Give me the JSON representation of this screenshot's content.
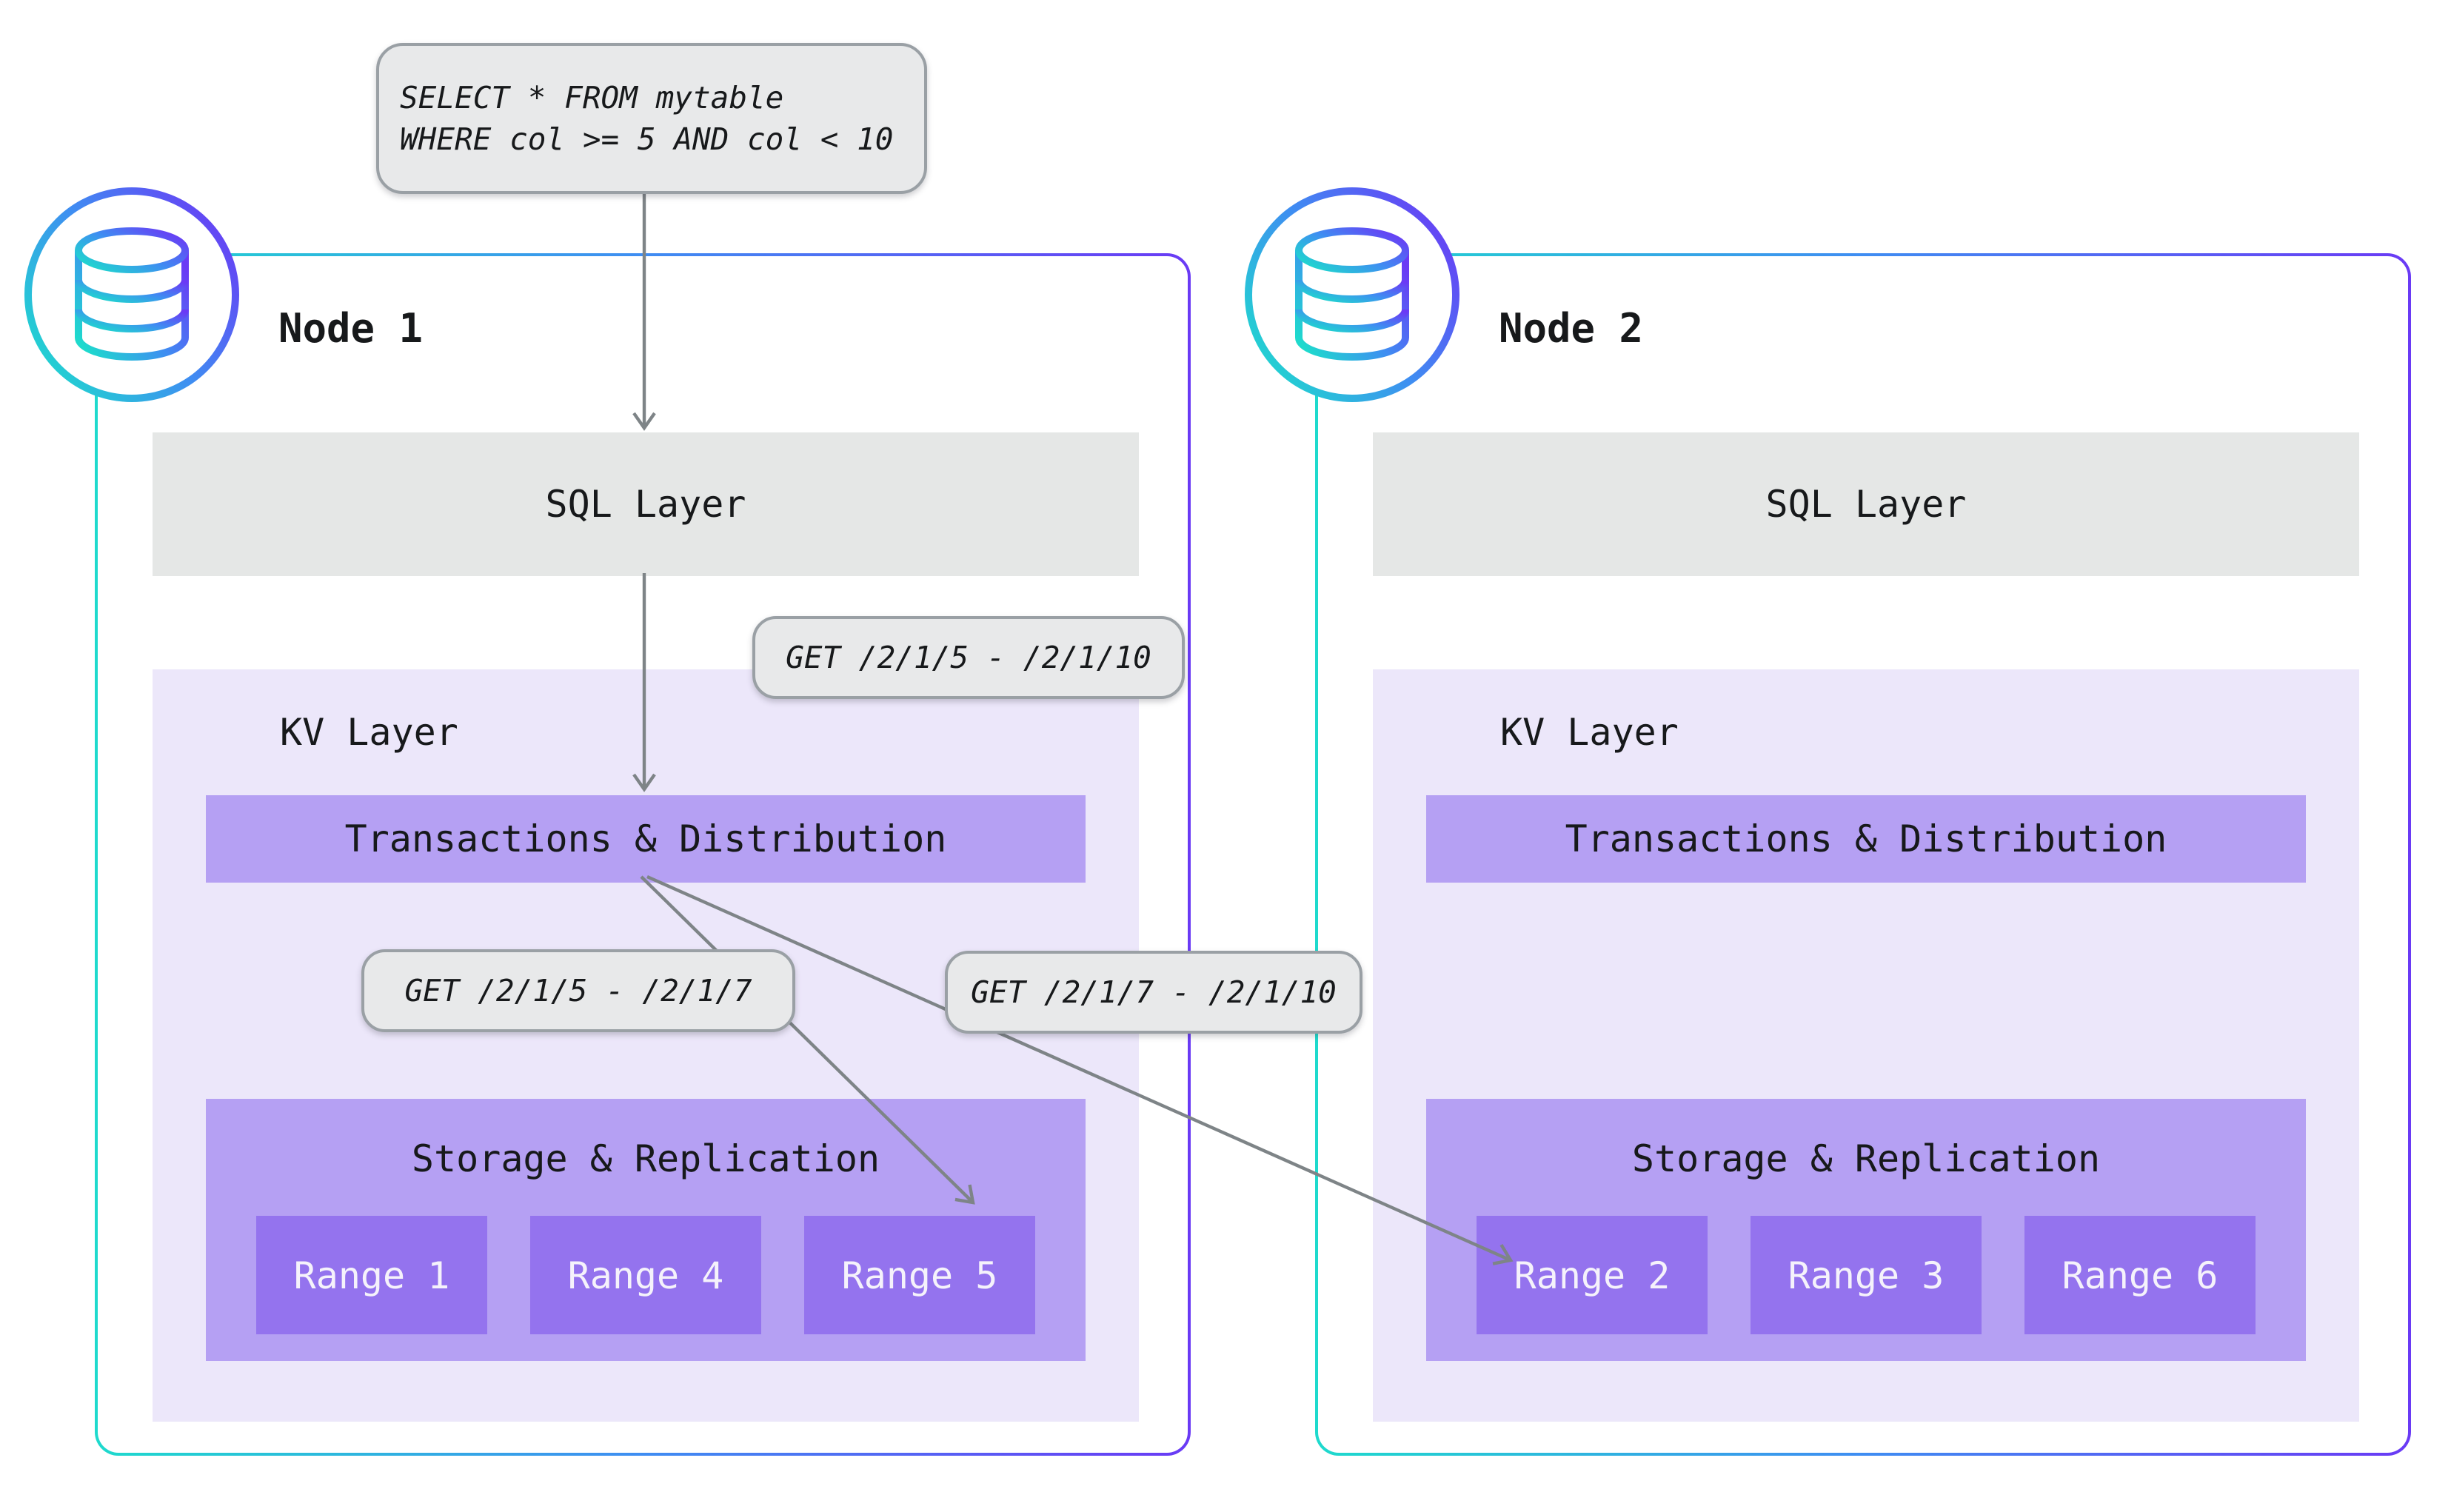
{
  "query": {
    "line1": "SELECT * FROM mytable",
    "line2": "WHERE col >= 5 AND col < 10"
  },
  "pills": {
    "full_range": "GET /2/1/5 - /2/1/10",
    "left_split": "GET /2/1/5 - /2/1/7",
    "right_split": "GET /2/1/7 - /2/1/10"
  },
  "nodes": [
    {
      "title": "Node 1",
      "sql_layer": "SQL Layer",
      "kv_layer": "KV Layer",
      "transactions": "Transactions & Distribution",
      "storage": "Storage & Replication",
      "ranges": [
        "Range 1",
        "Range 4",
        "Range 5"
      ]
    },
    {
      "title": "Node 2",
      "sql_layer": "SQL Layer",
      "kv_layer": "KV Layer",
      "transactions": "Transactions & Distribution",
      "storage": "Storage & Replication",
      "ranges": [
        "Range 2",
        "Range 3",
        "Range 6"
      ]
    }
  ],
  "icons": [
    "database-icon",
    "arrow-down-icon",
    "arrow-diagonal-icon"
  ],
  "colors": {
    "node_border_teal": "#1edacd",
    "node_border_blue": "#3f8df2",
    "node_border_violet": "#6a3af5",
    "kv_layer_bg": "#ece7fa",
    "purple_bar": "#b5a0f3",
    "range_box": "#9473ee",
    "sql_layer_bg": "#e5e7e6",
    "pill_bg": "#e8e9ea",
    "pill_border": "#9aa0a5",
    "arrow": "#7e8487",
    "text_dark": "#17191b",
    "range_text": "#f5f2fb"
  }
}
